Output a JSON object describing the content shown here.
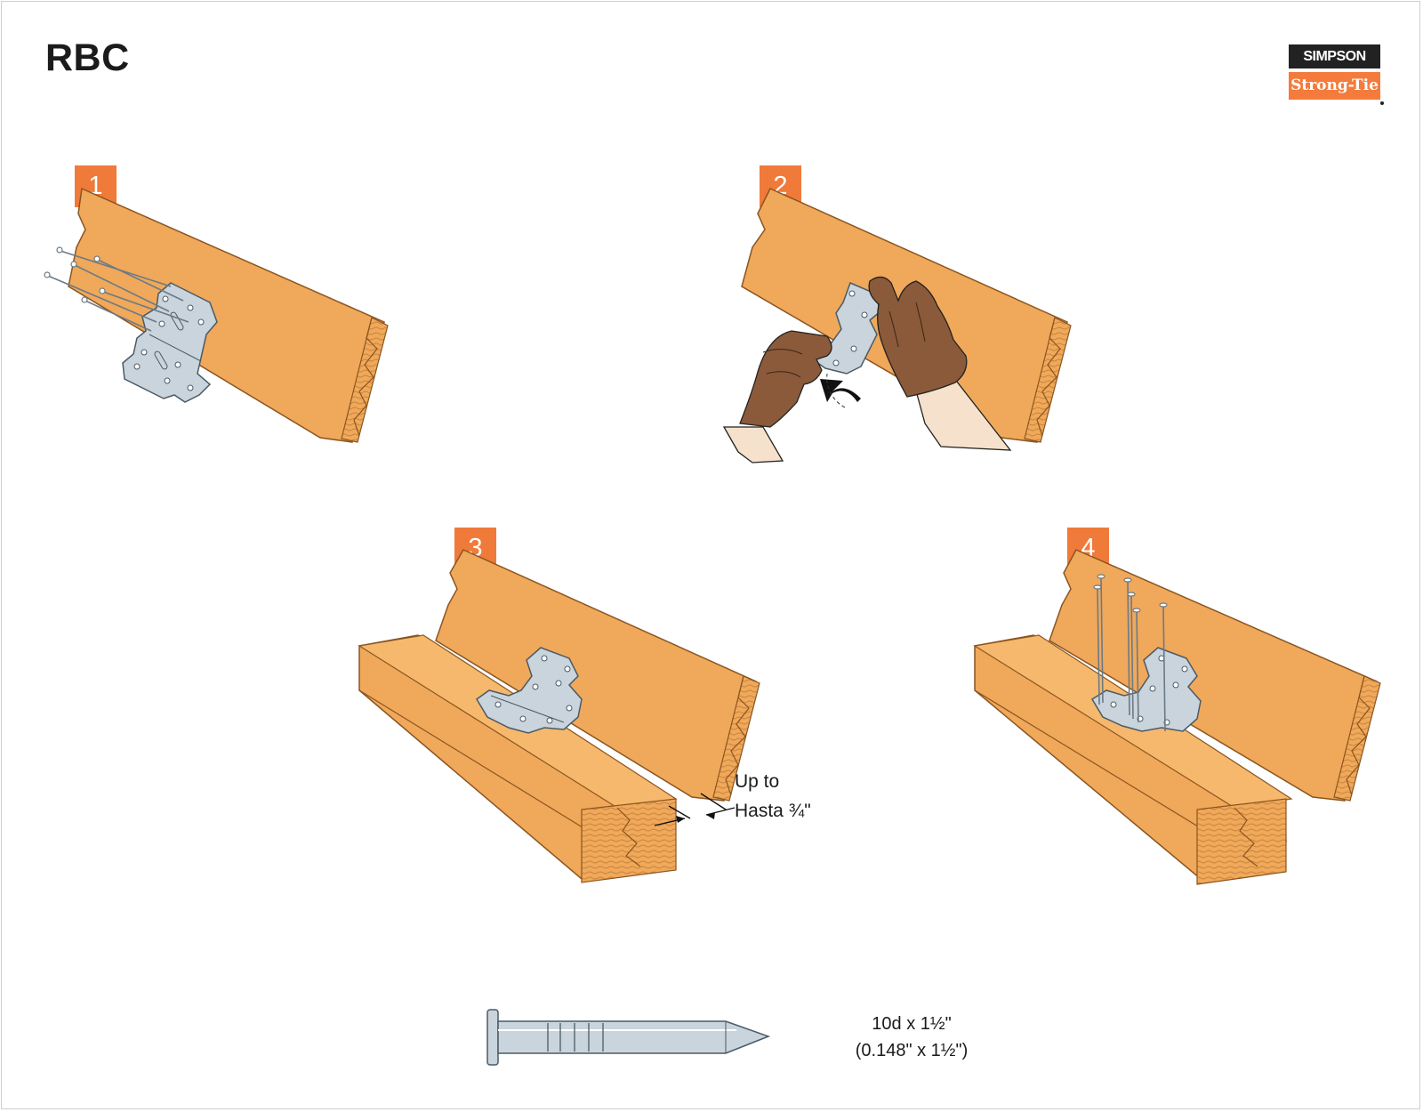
{
  "title": "RBC",
  "logo": {
    "top_text": "SIMPSON",
    "bottom_text": "Strong-Tie"
  },
  "steps": [
    {
      "number": "1"
    },
    {
      "number": "2"
    },
    {
      "number": "3"
    },
    {
      "number": "4"
    }
  ],
  "gap_label": {
    "line1": "Up to",
    "line2": "Hasta ¾\""
  },
  "nail_label": {
    "line1": "10d x 1½\"",
    "line2": "(0.148\" x 1½\")"
  },
  "colors": {
    "lumber": "#f0a85a",
    "lumber_edge": "#a86a2c",
    "lumber_grain": "#d08b3e",
    "steel": "#c9d4dc",
    "glove": "#8b5a3a",
    "skin": "#f6e2cc",
    "badge": "#f07a3a"
  }
}
